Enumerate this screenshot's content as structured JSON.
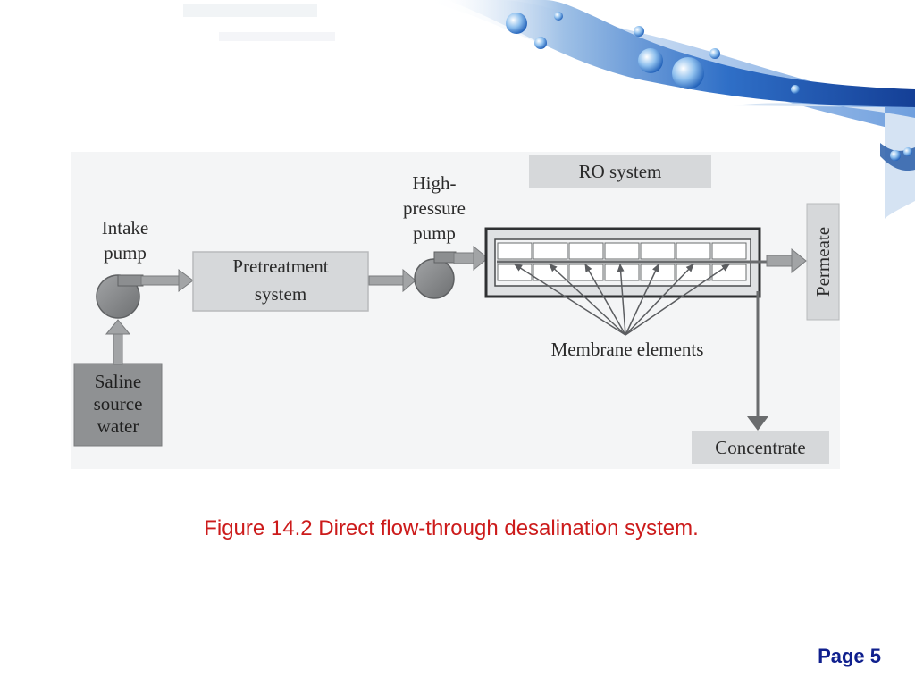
{
  "diagram": {
    "labels": {
      "intake_pump": [
        "Intake",
        "pump"
      ],
      "saline_source": [
        "Saline",
        "source",
        "water"
      ],
      "pretreatment": [
        "Pretreatment",
        "system"
      ],
      "hp_pump": [
        "High-",
        "pressure",
        "pump"
      ],
      "ro_system": "RO system",
      "permeate": "Permeate",
      "membrane_elements": "Membrane elements",
      "concentrate": "Concentrate"
    },
    "colors": {
      "source_box": "#8f9193",
      "label_box": "#d6d8da",
      "pump": "#8c8e90",
      "arrow": "#a2a4a6",
      "background_panel": "#f4f5f6"
    },
    "icons": [
      "intake-pump-icon",
      "high-pressure-pump-icon"
    ]
  },
  "caption": "Figure 14.2 Direct flow-through desalination system.",
  "page": "Page 5"
}
